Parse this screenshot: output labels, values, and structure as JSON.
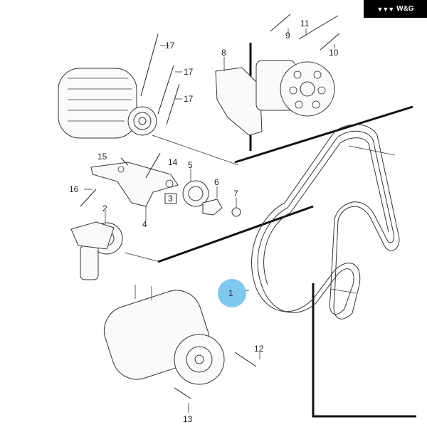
{
  "brand": {
    "label": "W&G"
  },
  "callouts": {
    "c1": "1",
    "c2": "2",
    "c3": "3",
    "c4": "4",
    "c5": "5",
    "c6": "6",
    "c7": "7",
    "c8": "8",
    "c9": "9",
    "c10": "10",
    "c11": "11",
    "c12": "12",
    "c13": "13",
    "c14": "14",
    "c15": "15",
    "c16": "16",
    "c17a": "17",
    "c17b": "17",
    "c17c": "17"
  },
  "colors": {
    "highlight": "#7ec8ee",
    "ink": "#222222"
  }
}
